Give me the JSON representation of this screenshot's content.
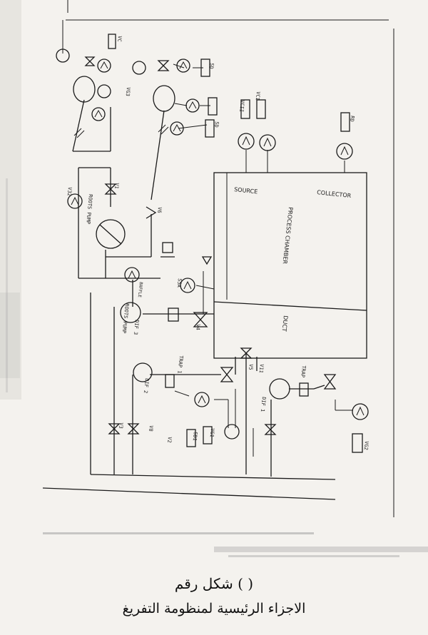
{
  "labels": {
    "source": "SOURCE",
    "collector": "COLLECTOR",
    "chamber": "PROCESS CHAMBER",
    "duct": "DUCT",
    "roots_pump": "ROOTS PUMP",
    "roots_pump_vr": "ROOTS PUMP",
    "v32": "V32",
    "v1": "V1",
    "v3": "V3",
    "v8": "V8",
    "v2": "V2",
    "v6": "V6",
    "v4": "V4",
    "v5": "V5",
    "v11": "V11",
    "dif1": "DIF 1",
    "dif2": "DIF 2",
    "dif3": "DIF 3",
    "trap1": "TRAP 1",
    "trap2": "TRAP",
    "s5a": "S5A",
    "vg1": "VG1",
    "sd1": "SD1",
    "vg2": "VG2",
    "vg3": "VG3",
    "vc": "VC",
    "vci": "VCI",
    "vcii": "VCII",
    "sd2": "SD",
    "sd3": "SD",
    "rd": "RD",
    "baffle": "BAFFLE"
  },
  "caption": {
    "figure": "شكل رقم ( )",
    "title": "الاجزاء الرئيسية لمنظومة التفريغ"
  }
}
